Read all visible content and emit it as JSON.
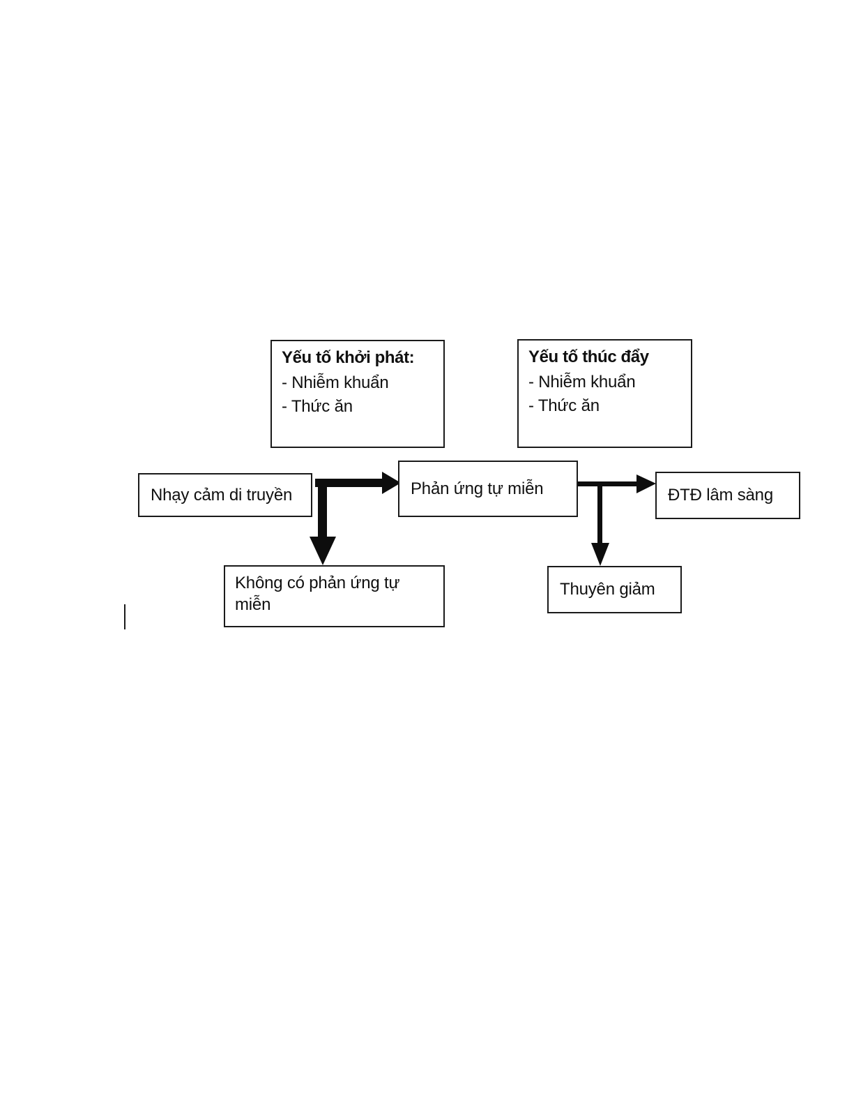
{
  "diagram": {
    "type": "flowchart",
    "language": "vi",
    "background_color": "#ffffff",
    "line_color": "#1a1a1a",
    "nodes": {
      "trigger": {
        "title": "Yếu tố khởi phát:",
        "items": [
          "- Nhiễm khuẩn",
          "- Thức ăn"
        ]
      },
      "promoting": {
        "title": "Yếu tố thúc đẩy",
        "items": [
          "- Nhiễm khuẩn",
          "- Thức ăn"
        ]
      },
      "genetic": {
        "label": "Nhạy cảm di truyền"
      },
      "autoimmune": {
        "label": "Phản ứng tự miễn"
      },
      "clinical": {
        "label": "ĐTĐ lâm sàng"
      },
      "no_autoimmune": {
        "label": "Không có phản ứng tự miễn"
      },
      "remission": {
        "label": "Thuyên giảm"
      }
    },
    "edges": [
      {
        "from": "genetic",
        "to": "autoimmune",
        "style": "thick-arrow-right"
      },
      {
        "from": "genetic",
        "to": "no_autoimmune",
        "style": "thick-arrow-down"
      },
      {
        "from": "autoimmune",
        "to": "clinical",
        "style": "arrow-right"
      },
      {
        "from": "autoimmune",
        "to": "remission",
        "style": "arrow-down"
      }
    ]
  }
}
